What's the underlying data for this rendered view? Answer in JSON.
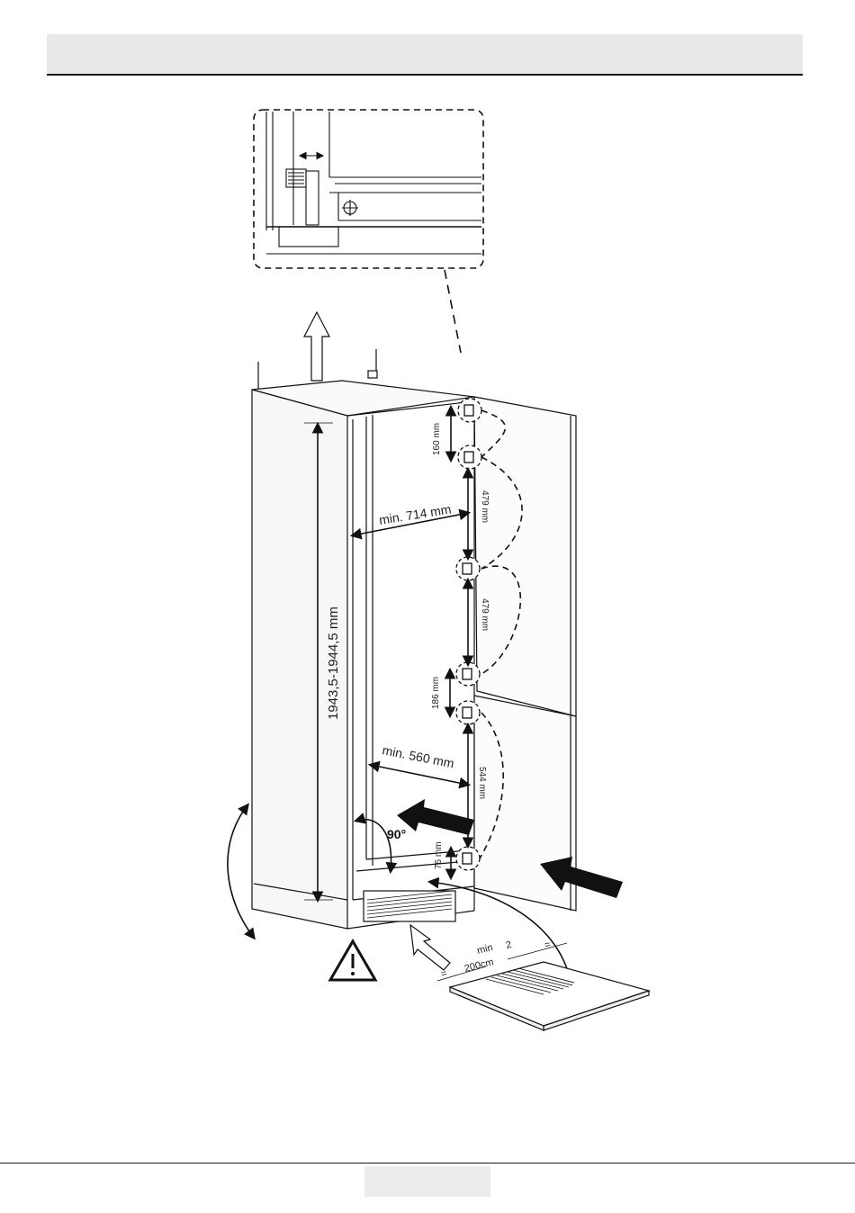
{
  "header": {
    "title": ""
  },
  "diagram": {
    "labels": {
      "height_range": "1943,5-1944,5 mm",
      "min_width_top": "min. 714 mm",
      "min_width_bottom": "min. 560 mm",
      "hinge_gap_1": "160 mm",
      "hinge_gap_2": "479 mm",
      "hinge_gap_3": "479 mm",
      "hinge_gap_4": "186 mm",
      "hinge_gap_5": "544 mm",
      "hinge_gap_6": "76 mm",
      "door_angle": "90°",
      "vent_min": "min",
      "vent_exponent": "2",
      "vent_area": "200cm",
      "equal_mark": "="
    }
  },
  "footer": {
    "page_number": ""
  }
}
